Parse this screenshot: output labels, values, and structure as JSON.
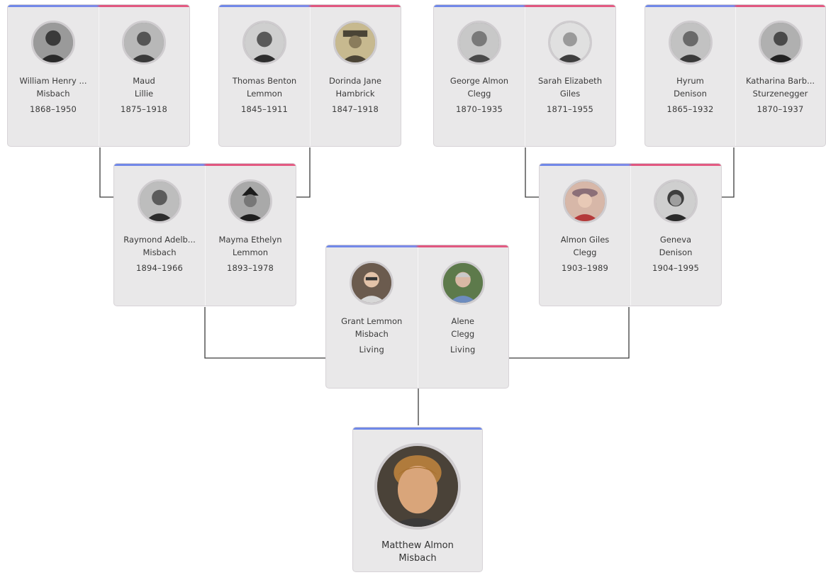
{
  "tree": {
    "focus_person": {
      "name_line1": "Matthew Almon",
      "name_line2": "Misbach",
      "photo": "portrait-photo"
    },
    "parents": [
      {
        "name_line1": "Grant Lemmon",
        "name_line2": "Misbach",
        "lifespan": "Living",
        "photo": "portrait-photo"
      },
      {
        "name_line1": "Alene",
        "name_line2": "Clegg",
        "lifespan": "Living",
        "photo": "portrait-photo"
      }
    ],
    "grandparents": [
      {
        "name_line1": "Raymond Adelb...",
        "name_line2": "Misbach",
        "lifespan": "1894–1966",
        "photo": "portrait-photo"
      },
      {
        "name_line1": "Mayma Ethelyn",
        "name_line2": "Lemmon",
        "lifespan": "1893–1978",
        "photo": "portrait-photo"
      },
      {
        "name_line1": "Almon Giles",
        "name_line2": "Clegg",
        "lifespan": "1903–1989",
        "photo": "portrait-photo"
      },
      {
        "name_line1": "Geneva",
        "name_line2": "Denison",
        "lifespan": "1904–1995",
        "photo": "portrait-photo"
      }
    ],
    "great_grandparents": [
      {
        "name_line1": "William Henry ...",
        "name_line2": "Misbach",
        "lifespan": "1868–1950",
        "photo": "portrait-photo"
      },
      {
        "name_line1": "Maud",
        "name_line2": "Lillie",
        "lifespan": "1875–1918",
        "photo": "portrait-photo"
      },
      {
        "name_line1": "Thomas Benton",
        "name_line2": "Lemmon",
        "lifespan": "1845–1911",
        "photo": "portrait-photo"
      },
      {
        "name_line1": "Dorinda Jane",
        "name_line2": "Hambrick",
        "lifespan": "1847–1918",
        "photo": "portrait-photo"
      },
      {
        "name_line1": "George Almon",
        "name_line2": "Clegg",
        "lifespan": "1870–1935",
        "photo": "portrait-photo"
      },
      {
        "name_line1": "Sarah Elizabeth",
        "name_line2": "Giles",
        "lifespan": "1871–1955",
        "photo": "portrait-photo"
      },
      {
        "name_line1": "Hyrum",
        "name_line2": "Denison",
        "lifespan": "1865–1932",
        "photo": "portrait-photo"
      },
      {
        "name_line1": "Katharina Barb...",
        "name_line2": "Sturzenegger",
        "lifespan": "1870–1937",
        "photo": "portrait-photo"
      }
    ]
  },
  "colors": {
    "father_accent": "#6f88e8",
    "mother_accent": "#e0567f",
    "card_background": "#e9e8e9",
    "connector_line": "#3c3c3c"
  }
}
